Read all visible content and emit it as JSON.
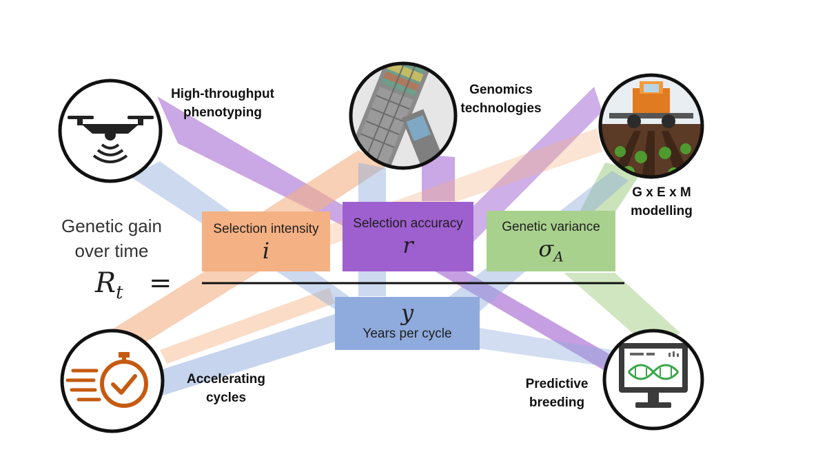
{
  "colors": {
    "orange": "#f4b183",
    "purple": "#9e5fcf",
    "green": "#a9d18e",
    "blue": "#8faadc",
    "icon_orange": "#c55a11"
  },
  "left_label": {
    "line1": "Genetic gain",
    "line2": "over time"
  },
  "formula": {
    "lhs": "R",
    "lhs_sub": "t",
    "equals": "="
  },
  "boxes": {
    "intensity": {
      "label": "Selection intensity",
      "symbol": "i"
    },
    "accuracy": {
      "label": "Selection accuracy",
      "symbol": "r"
    },
    "variance": {
      "label": "Genetic variance",
      "symbol": "σ",
      "symbol_sub": "A"
    },
    "years": {
      "label": "Years per cycle",
      "symbol": "y"
    }
  },
  "technologies": {
    "htp": {
      "line1": "High-throughput",
      "line2": "phenotyping",
      "icon": "drone-icon"
    },
    "genomics": {
      "line1": "Genomics",
      "line2": "technologies",
      "icon": "dna-chip-icon"
    },
    "gxem": {
      "line1": "G x E x M",
      "line2": "modelling",
      "icon": "tractor-field-icon"
    },
    "accelerating": {
      "line1": "Accelerating",
      "line2": "cycles",
      "icon": "stopwatch-icon"
    },
    "predictive": {
      "line1": "Predictive",
      "line2": "breeding",
      "icon": "computer-dna-icon"
    }
  }
}
